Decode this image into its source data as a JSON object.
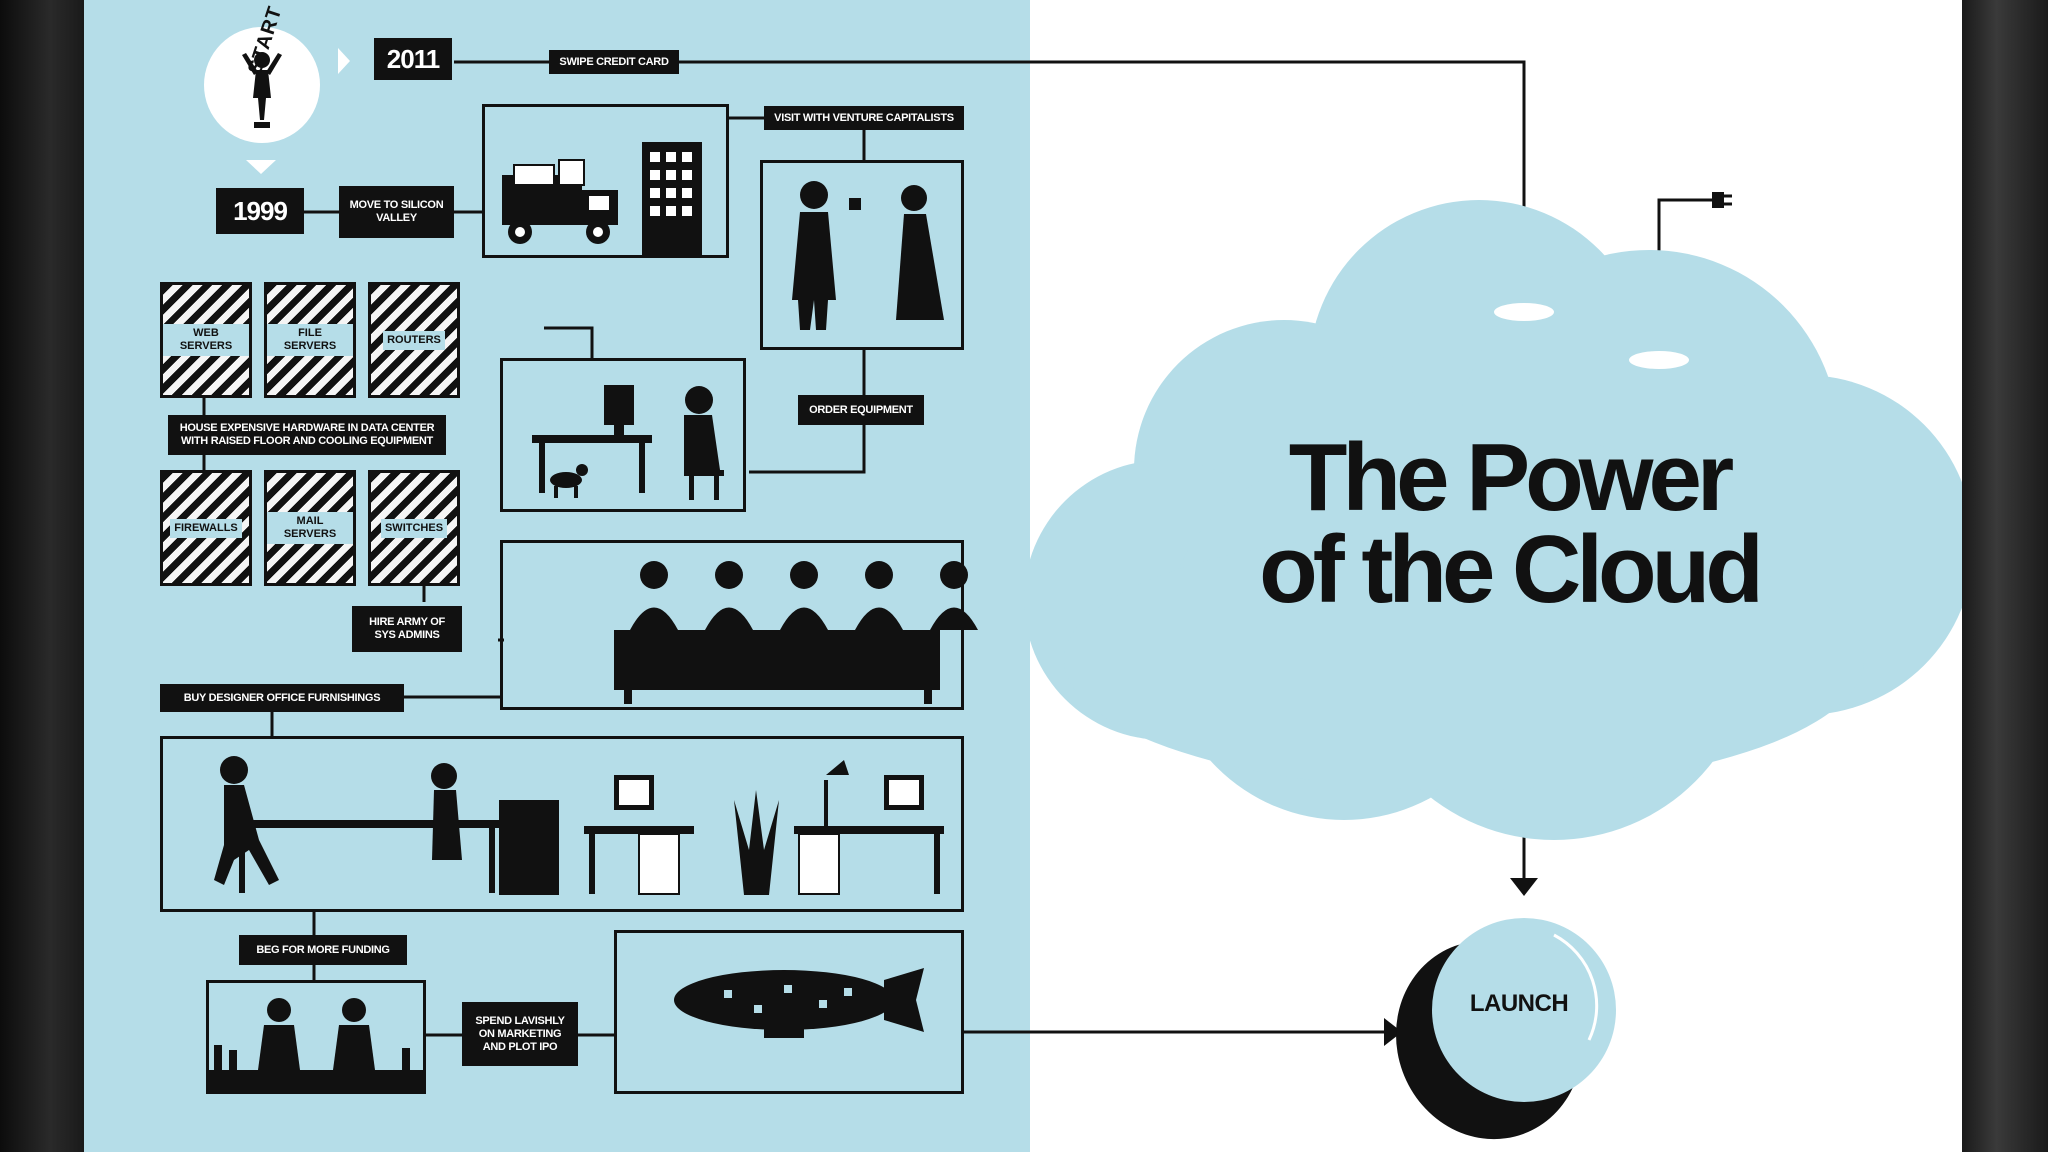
{
  "title": {
    "line1": "The Power",
    "line2": "of the Cloud"
  },
  "start_label": "START",
  "years": {
    "start": "1999",
    "now": "2011"
  },
  "steps": {
    "swipe": "SWIPE CREDIT CARD",
    "visit_vc": "VISIT WITH VENTURE CAPITALISTS",
    "move": "MOVE TO SILICON VALLEY",
    "order": "ORDER EQUIPMENT",
    "house": "HOUSE EXPENSIVE HARDWARE IN DATA CENTER WITH RAISED FLOOR AND COOLING EQUIPMENT",
    "hire": "HIRE ARMY OF SYS ADMINS",
    "buy": "BUY DESIGNER OFFICE FURNISHINGS",
    "beg": "BEG FOR MORE FUNDING",
    "spend": "SPEND LAVISHLY ON MARKETING AND PLOT IPO"
  },
  "hardware": {
    "web": "WEB SERVERS",
    "file": "FILE SERVERS",
    "routers": "ROUTERS",
    "firewalls": "FIREWALLS",
    "mail": "MAIL SERVERS",
    "switches": "SWITCHES"
  },
  "launch": "LAUNCH",
  "colors": {
    "panel": "#b5dde8",
    "ink": "#111111",
    "cloud": "#b5dde8"
  }
}
